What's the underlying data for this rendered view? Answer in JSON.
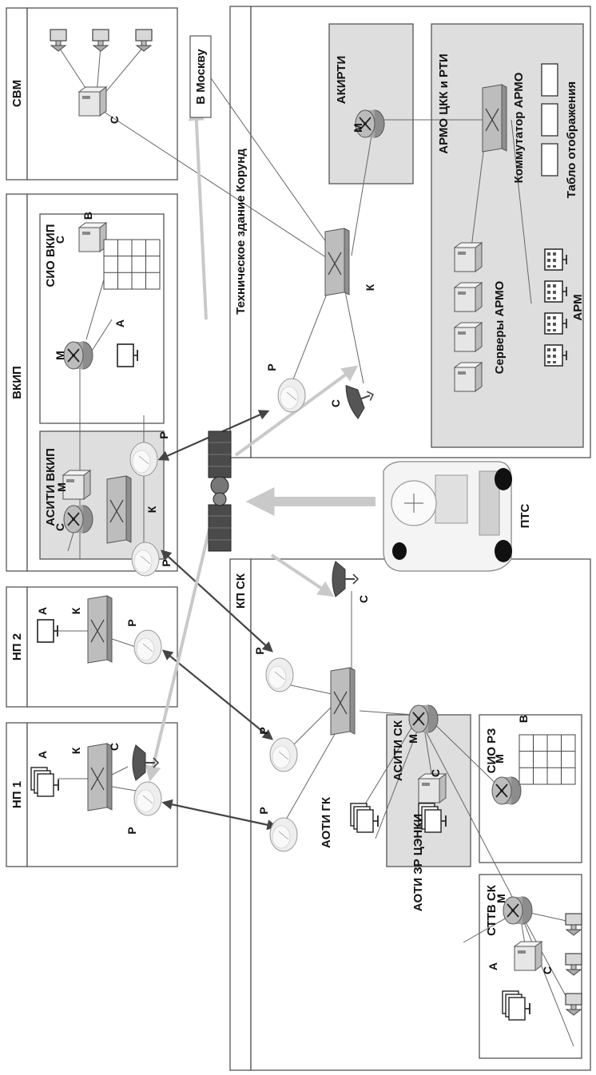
{
  "zones": {
    "svm": "СВМ",
    "vkip": "ВКИП",
    "np2": "НП 2",
    "np1": "НП 1",
    "kpsk": "КП СК",
    "korund": "Техническое здание Корунд",
    "sio_vkip": "СИО ВКИП",
    "asiti_vkip": "АСИТИ ВКИП",
    "akirti": "АКИРТИ",
    "armo": "АРМО ЦКК и РТИ",
    "asiti_sk": "АСИТИ СК",
    "sio_rz": "СИО РЗ",
    "sttv_sk": "СТТВ СК"
  },
  "labels": {
    "moscow": "В Москву",
    "pts": "ПТС",
    "aoti_gk": "АОТИ ГК",
    "aoti_zr": "АОТИ ЗР ЦЭНКИ",
    "armo_switch": "Коммутатор АРМО",
    "tablo": "Табло отображения",
    "armo_servers": "Серверы АРМО",
    "arm": "АРМ"
  },
  "letters": {
    "A": "А",
    "B": "В",
    "C": "С",
    "K": "К",
    "M": "М",
    "P": "Р"
  }
}
